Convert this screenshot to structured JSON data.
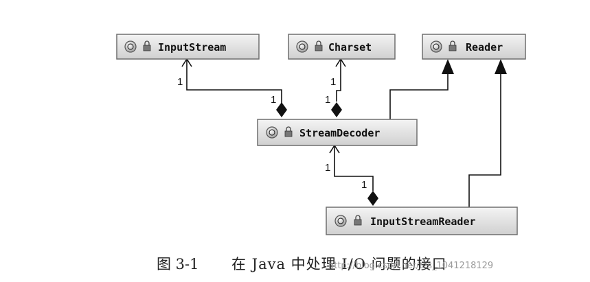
{
  "diagram": {
    "classes": {
      "input_stream": "InputStream",
      "charset": "Charset",
      "reader": "Reader",
      "stream_decoder": "StreamDecoder",
      "input_stream_reader": "InputStreamReader"
    },
    "multiplicities": {
      "decoder_inputstream_target": "1",
      "decoder_inputstream_source": "1",
      "decoder_charset_target": "1",
      "decoder_charset_source": "1",
      "reader_decoder_target": "1",
      "reader_decoder_source": "1"
    }
  },
  "caption": {
    "figure_number": "图 3-1",
    "title": "在 Java 中处理 I/O 问题的接口"
  },
  "watermark": "http://blog.csdn.net/tzs_1041218129",
  "colors": {
    "box_fill_top": "#f2f2f2",
    "box_fill_bottom": "#d4d4d4",
    "box_border": "#6f6f6f",
    "line": "#111111"
  },
  "icons": {
    "class": "class-icon",
    "lock": "lock-icon"
  }
}
